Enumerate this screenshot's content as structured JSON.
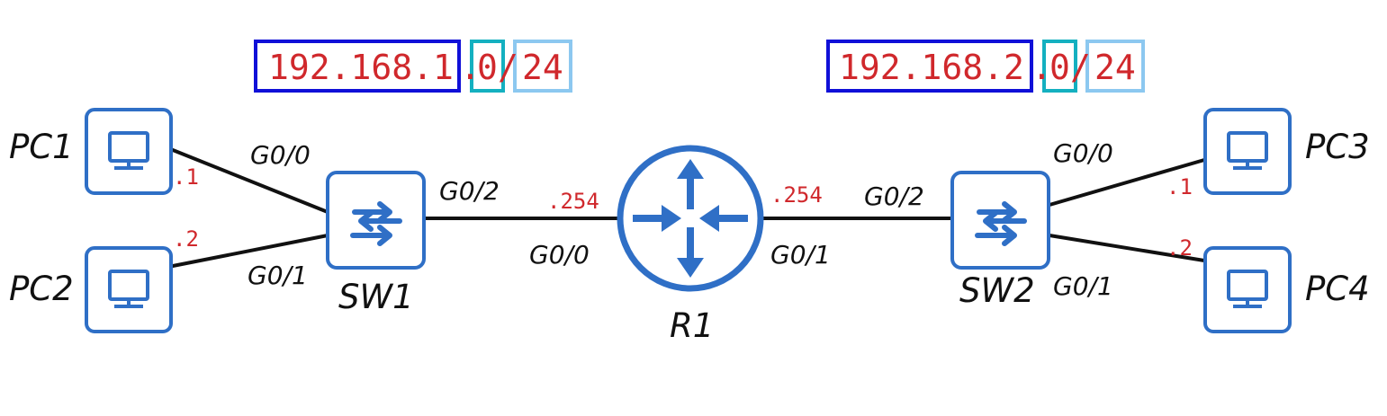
{
  "colors": {
    "device_blue": "#2f6fc6",
    "network_box": "#1010d8",
    "host_box": "#14b0c0",
    "prefix_box": "#8cc8f0",
    "ip_red": "#d0282c",
    "link": "#111111"
  },
  "networks": [
    {
      "network_part": "192.168.1",
      "dot": ".",
      "host_part": "0",
      "slash": "/",
      "prefix": "24"
    },
    {
      "network_part": "192.168.2",
      "dot": ".",
      "host_part": "0",
      "slash": "/",
      "prefix": "24"
    }
  ],
  "devices": {
    "pc1": {
      "label": "PC1",
      "icon": "monitor-icon"
    },
    "pc2": {
      "label": "PC2",
      "icon": "monitor-icon"
    },
    "pc3": {
      "label": "PC3",
      "icon": "monitor-icon"
    },
    "pc4": {
      "label": "PC4",
      "icon": "monitor-icon"
    },
    "sw1": {
      "label": "SW1",
      "icon": "switch-icon"
    },
    "sw2": {
      "label": "SW2",
      "icon": "switch-icon"
    },
    "r1": {
      "label": "R1",
      "icon": "router-icon"
    }
  },
  "interfaces": {
    "sw1_g00": "G0/0",
    "sw1_g01": "G0/1",
    "sw1_g02": "G0/2",
    "r1_g00": "G0/0",
    "r1_g01": "G0/1",
    "sw2_g02": "G0/2",
    "sw2_g00": "G0/0",
    "sw2_g01": "G0/1"
  },
  "host_ips": {
    "pc1": ".1",
    "pc2": ".2",
    "r1_left": ".254",
    "r1_right": ".254",
    "pc3": ".1",
    "pc4": ".2"
  }
}
